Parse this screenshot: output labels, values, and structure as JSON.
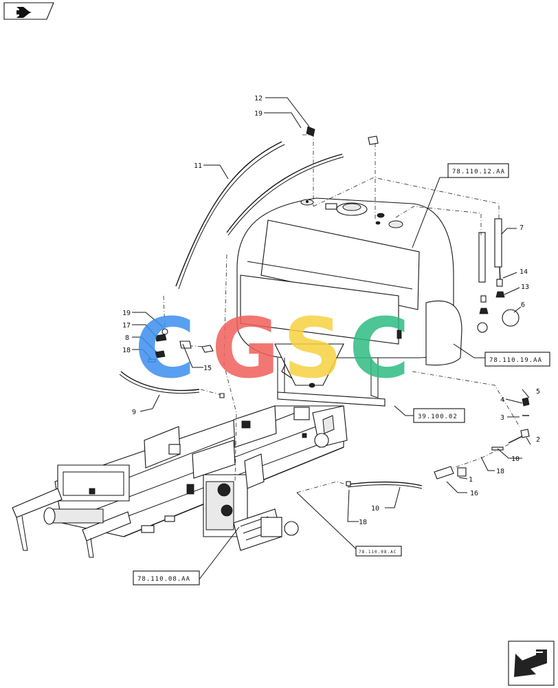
{
  "nav": {
    "prev_icon": "arrow-right-icon",
    "next_icon": "arrow-down-left-icon"
  },
  "watermark": {
    "letters": [
      "C",
      "G",
      "S",
      "C"
    ],
    "colors": [
      "#3b8fef",
      "#f0605a",
      "#f6d240",
      "#2ebc82"
    ]
  },
  "callouts": {
    "c12": "12",
    "c19a": "19",
    "c11": "11",
    "c7": "7",
    "c14": "14",
    "c13": "13",
    "c6": "6",
    "c19b": "19",
    "c17": "17",
    "c8": "8",
    "c18a": "18",
    "c15": "15",
    "c9": "9",
    "c5": "5",
    "c4": "4",
    "c3": "3",
    "c2": "2",
    "c10a": "10",
    "c18b": "18",
    "c1": "1",
    "c16": "16",
    "c10b": "10",
    "c18c": "18"
  },
  "refs": {
    "r1": "78.110.12.AA",
    "r2": "78.110.19.AA",
    "r3": "39.100.02",
    "r4": "78.110.08.AC",
    "r5": "78.110.08.AA"
  }
}
